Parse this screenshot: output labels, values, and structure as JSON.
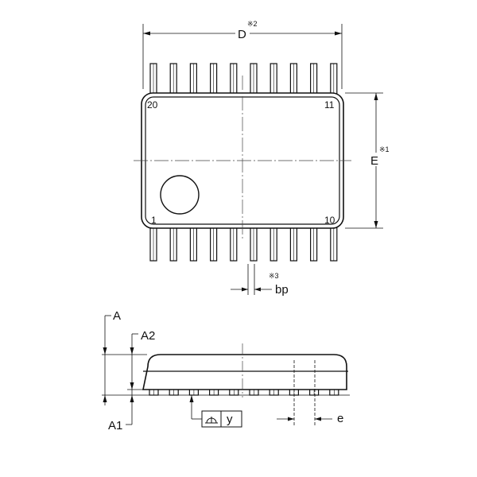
{
  "top_view": {
    "dim_d": "D",
    "dim_d_note": "※2",
    "dim_e": "E",
    "dim_e_note": "※1",
    "dim_bp": "bp",
    "dim_bp_note": "※3",
    "pin_20": "20",
    "pin_11": "11",
    "pin_1": "1",
    "pin_10": "10",
    "pin_count_per_side": 10
  },
  "side_view": {
    "dim_a": "A",
    "dim_a2": "A2",
    "dim_a1": "A1",
    "dim_e_pitch": "e",
    "flatness_value": "y",
    "flatness_symbol": "flatness-icon"
  }
}
